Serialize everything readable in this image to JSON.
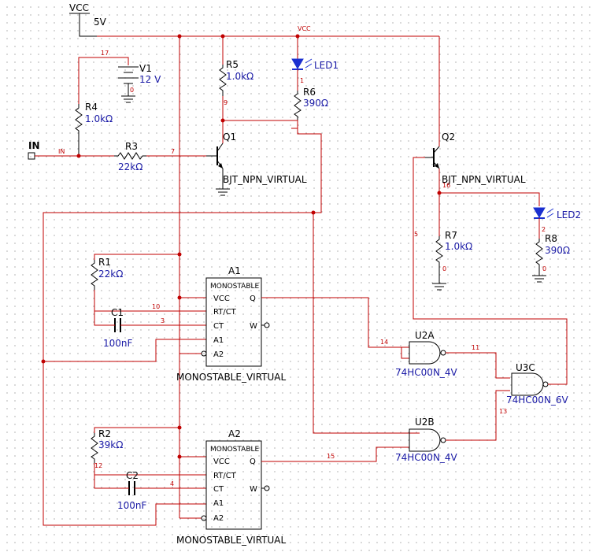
{
  "power": {
    "vcc_symbol": "VCC",
    "vcc_value": "5V",
    "vcc_net": "VCC"
  },
  "input": {
    "pin_label": "IN",
    "net_label": "IN"
  },
  "components": {
    "V1": {
      "ref": "V1",
      "value": "12 V"
    },
    "R1": {
      "ref": "R1",
      "value": "22kΩ"
    },
    "R2": {
      "ref": "R2",
      "value": "39kΩ"
    },
    "R3": {
      "ref": "R3",
      "value": "22kΩ"
    },
    "R4": {
      "ref": "R4",
      "value": "1.0kΩ"
    },
    "R5": {
      "ref": "R5",
      "value": "1.0kΩ"
    },
    "R6": {
      "ref": "R6",
      "value": "390Ω"
    },
    "R7": {
      "ref": "R7",
      "value": "1.0kΩ"
    },
    "R8": {
      "ref": "R8",
      "value": "390Ω"
    },
    "C1": {
      "ref": "C1",
      "value": "100nF"
    },
    "C2": {
      "ref": "C2",
      "value": "100nF"
    },
    "LED1": {
      "ref": "LED1"
    },
    "LED2": {
      "ref": "LED2"
    },
    "Q1": {
      "ref": "Q1",
      "model": "BJT_NPN_VIRTUAL"
    },
    "Q2": {
      "ref": "Q2",
      "model": "BJT_NPN_VIRTUAL"
    },
    "A1": {
      "ref": "A1",
      "title": "MONOSTABLE",
      "model": "MONOSTABLE_VIRTUAL",
      "pins": {
        "vcc": "VCC",
        "rtct": "RT/CT",
        "ct": "CT",
        "a1": "A1",
        "a2": "A2",
        "q": "Q",
        "qn": "W"
      }
    },
    "A2": {
      "ref": "A2",
      "title": "MONOSTABLE",
      "model": "MONOSTABLE_VIRTUAL",
      "pins": {
        "vcc": "VCC",
        "rtct": "RT/CT",
        "ct": "CT",
        "a1": "A1",
        "a2": "A2",
        "q": "Q",
        "qn": "W"
      }
    },
    "U2A": {
      "ref": "U2A",
      "model": "74HC00N_4V"
    },
    "U2B": {
      "ref": "U2B",
      "model": "74HC00N_4V"
    },
    "U3C": {
      "ref": "U3C",
      "model": "74HC00N_6V"
    }
  },
  "nets": {
    "n17": "17",
    "n0a": "0",
    "nIN": "IN",
    "n7": "7",
    "n9": "9",
    "n1": "1",
    "n10": "10",
    "n3": "3",
    "n12": "12",
    "n4": "4",
    "n14": "14",
    "n11": "11",
    "n13": "13",
    "n15": "15",
    "n5": "5",
    "n16": "16",
    "n2": "2",
    "n0b": "0",
    "n0c": "0"
  }
}
